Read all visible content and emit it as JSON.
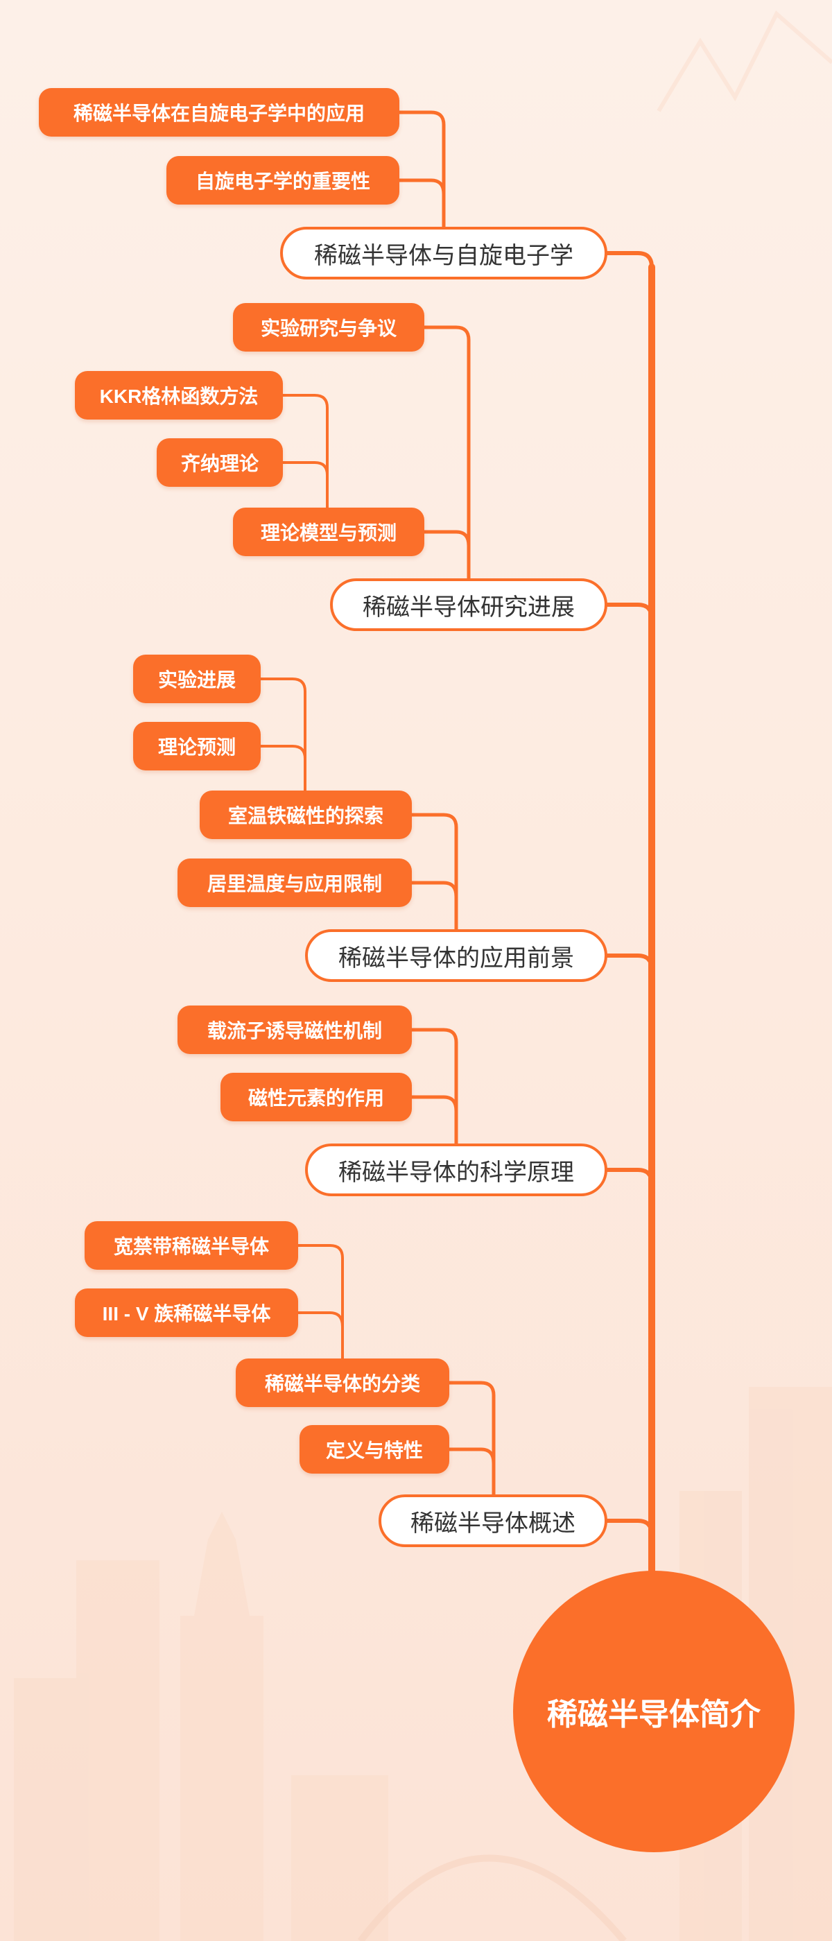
{
  "root": {
    "label": "稀磁半导体简介"
  },
  "branches": [
    {
      "label": "稀磁半导体与自旋电子学",
      "children": [
        {
          "label": "稀磁半导体在自旋电子学中的应用"
        },
        {
          "label": "自旋电子学的重要性"
        }
      ]
    },
    {
      "label": "稀磁半导体研究进展",
      "children": [
        {
          "label": "实验研究与争议"
        },
        {
          "label": "理论模型与预测",
          "children": [
            {
              "label": "KKR格林函数方法"
            },
            {
              "label": "齐纳理论"
            }
          ]
        }
      ]
    },
    {
      "label": "稀磁半导体的应用前景",
      "children": [
        {
          "label": "室温铁磁性的探索",
          "children": [
            {
              "label": "实验进展"
            },
            {
              "label": "理论预测"
            }
          ]
        },
        {
          "label": "居里温度与应用限制"
        }
      ]
    },
    {
      "label": "稀磁半导体的科学原理",
      "children": [
        {
          "label": "载流子诱导磁性机制"
        },
        {
          "label": "磁性元素的作用"
        }
      ]
    },
    {
      "label": "稀磁半导体概述",
      "children": [
        {
          "label": "稀磁半导体的分类",
          "children": [
            {
              "label": "宽禁带稀磁半导体"
            },
            {
              "label": "III - V 族稀磁半导体"
            }
          ]
        },
        {
          "label": "定义与特性"
        }
      ]
    }
  ],
  "colors": {
    "accent": "#fb6f2a",
    "topic_fill": "#ffffff",
    "text_dark": "#333333",
    "leaf_text": "#ffffff"
  }
}
